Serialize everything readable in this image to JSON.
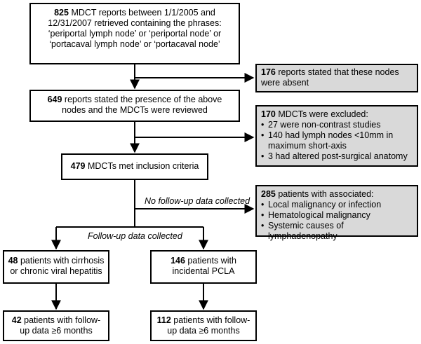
{
  "nodes": {
    "n1": {
      "count": "825",
      "text": " MDCT reports between 1/1/2005 and 12/31/2007 retrieved containing the phrases: ‘periportal lymph node’ or ‘periportal node’ or ‘portacaval lymph node’ or ‘portacaval node’"
    },
    "n2": {
      "count": "176",
      "text": " reports stated that these nodes were absent"
    },
    "n3": {
      "count": "649",
      "text": " reports stated the presence of the above nodes and the MDCTs were reviewed"
    },
    "n4": {
      "count": "170",
      "text": " MDCTs were excluded:",
      "items": [
        "27 were non-contrast studies",
        "140 had lymph nodes <10mm in maximum short-axis",
        "3 had altered post-surgical anatomy"
      ]
    },
    "n5": {
      "count": "479",
      "text": " MDCTs met inclusion criteria"
    },
    "n6": {
      "count": "285",
      "text": " patients with associated:",
      "items": [
        "Local malignancy or infection",
        "Hematological malignancy",
        "Systemic causes of lymphadenopathy"
      ]
    },
    "n7": {
      "count": "48",
      "text": " patients with cirrhosis or chronic viral hepatitis"
    },
    "n8": {
      "count": "146",
      "text": " patients with incidental PCLA"
    },
    "n9": {
      "count": "42",
      "text": " patients with follow-up data ≥6 months"
    },
    "n10": {
      "count": "112",
      "text": " patients with follow-up data ≥6 months"
    }
  },
  "labels": {
    "no_followup": "No follow-up data collected",
    "followup": "Follow-up data collected"
  }
}
